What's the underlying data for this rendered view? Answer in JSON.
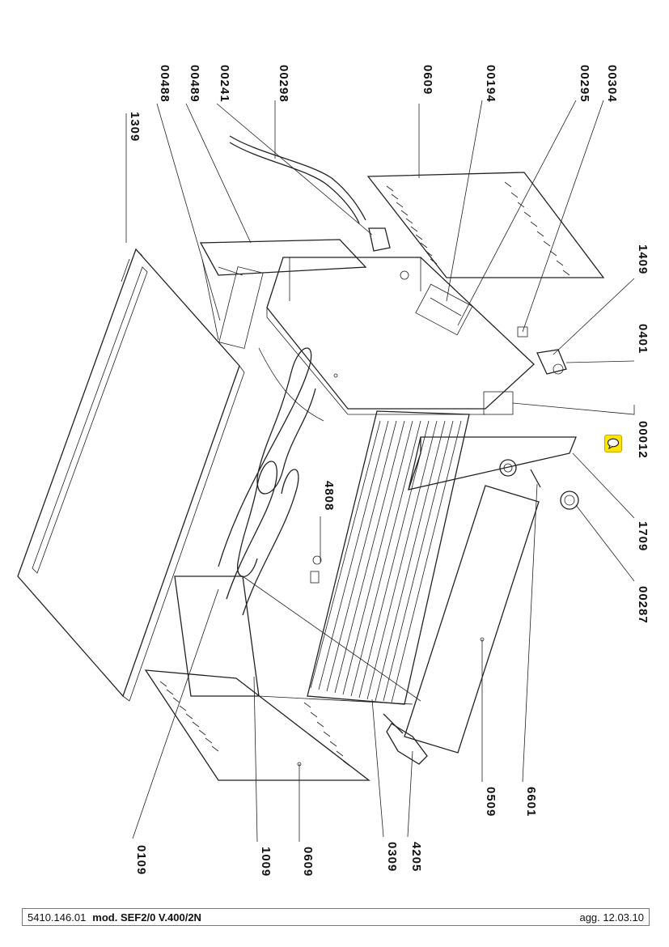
{
  "parts": [
    {
      "id": "1309"
    },
    {
      "id": "00488"
    },
    {
      "id": "00489"
    },
    {
      "id": "00241"
    },
    {
      "id": "00298"
    },
    {
      "id": "0609"
    },
    {
      "id": "00194"
    },
    {
      "id": "00295"
    },
    {
      "id": "00304"
    },
    {
      "id": "1409"
    },
    {
      "id": "0401"
    },
    {
      "id": "00012"
    },
    {
      "id": "1709"
    },
    {
      "id": "00287"
    },
    {
      "id": "4808"
    },
    {
      "id": "6601"
    },
    {
      "id": "0509"
    },
    {
      "id": "4205"
    },
    {
      "id": "0309"
    },
    {
      "id": "0609"
    },
    {
      "id": "1009"
    },
    {
      "id": "0109"
    }
  ],
  "footer": {
    "code": "5410.146.01",
    "model": "mod. SEF2/0  V.400/2N",
    "update": "agg. 12.03.10"
  },
  "annotation_icon": "speech-bubble-icon",
  "colors": {
    "annotation": "#ffe400",
    "line": "#222222"
  }
}
